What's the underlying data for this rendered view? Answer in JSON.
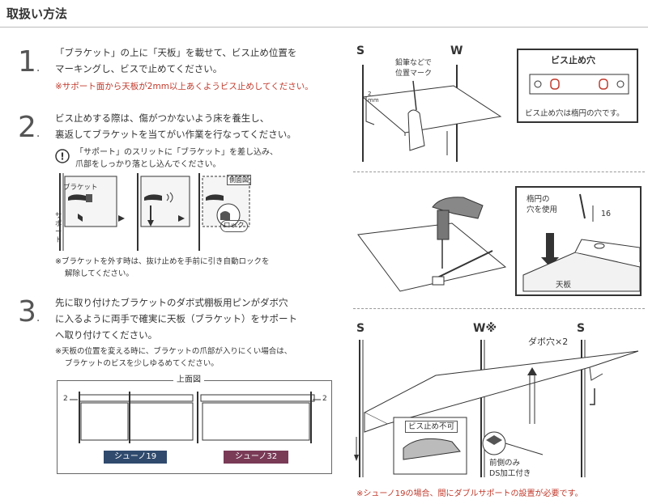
{
  "header": {
    "title": "取扱い方法"
  },
  "step1": {
    "number": "1",
    "line1": "「ブラケット」の上に「天板」を載せて、ビス止め位置を",
    "line2": "マーキングし、ビスで止めてください。",
    "note": "※サポート面から天板が2mm以上あくようビス止めしてください。"
  },
  "step2": {
    "number": "2",
    "line1": "ビス止めする際は、傷がつかないよう床を養生し、",
    "line2": "裏返してブラケットを当てがい作業を行なってください。",
    "warn1": "「サポート」のスリットに「ブラケット」を差し込み、",
    "warn2": "爪部をしっかり落とし込んでください。",
    "fig_bracket": "ブラケット",
    "fig_support": "サポート",
    "fig_side": "側面図",
    "fig_lock": "ロック",
    "note1": "※ブラケットを外す時は、抜け止めを手前に引き自動ロックを",
    "note2": "解除してください。"
  },
  "step3": {
    "number": "3",
    "line1": "先に取り付けたブラケットのダボ式棚板用ピンがダボ穴",
    "line2": "に入るように両手で確実に天板（ブラケット）をサポート",
    "line3": "へ取り付けてください。",
    "note1": "※天板の位置を変える時に、ブラケットの爪部が入りにくい場合は、",
    "note2": "ブラケットのビスを少しゆるめてください。",
    "topview_title": "上面図",
    "dim_left": "2",
    "dim_right": "2",
    "badge1": "シューノ19",
    "badge2": "シューノ32",
    "badge1_color": "#2f4a6d",
    "badge2_color": "#7a3b57"
  },
  "right": {
    "s_label": "S",
    "w_label": "W",
    "pencil_note1": "鉛筆などで",
    "pencil_note2": "位置マーク",
    "dim_2mm": "2\nmm",
    "screwhole_title": "ビス止め穴",
    "screwhole_caption": "ビス止め穴は楕円の穴です。",
    "oval_note1": "楕円の",
    "oval_note2": "穴を使用",
    "dim_16": "16",
    "tenban": "天板",
    "s_label2": "S",
    "w_label2": "W※",
    "s_label3": "S",
    "dabo": "ダボ穴×2",
    "no_screw": "ビス止め不可",
    "front_only1": "前側のみ",
    "front_only2": "DS加工付き",
    "bottom_note": "※シューノ19の場合、間にダブルサポートの設置が必要です。",
    "accent_red": "#c0392b"
  }
}
